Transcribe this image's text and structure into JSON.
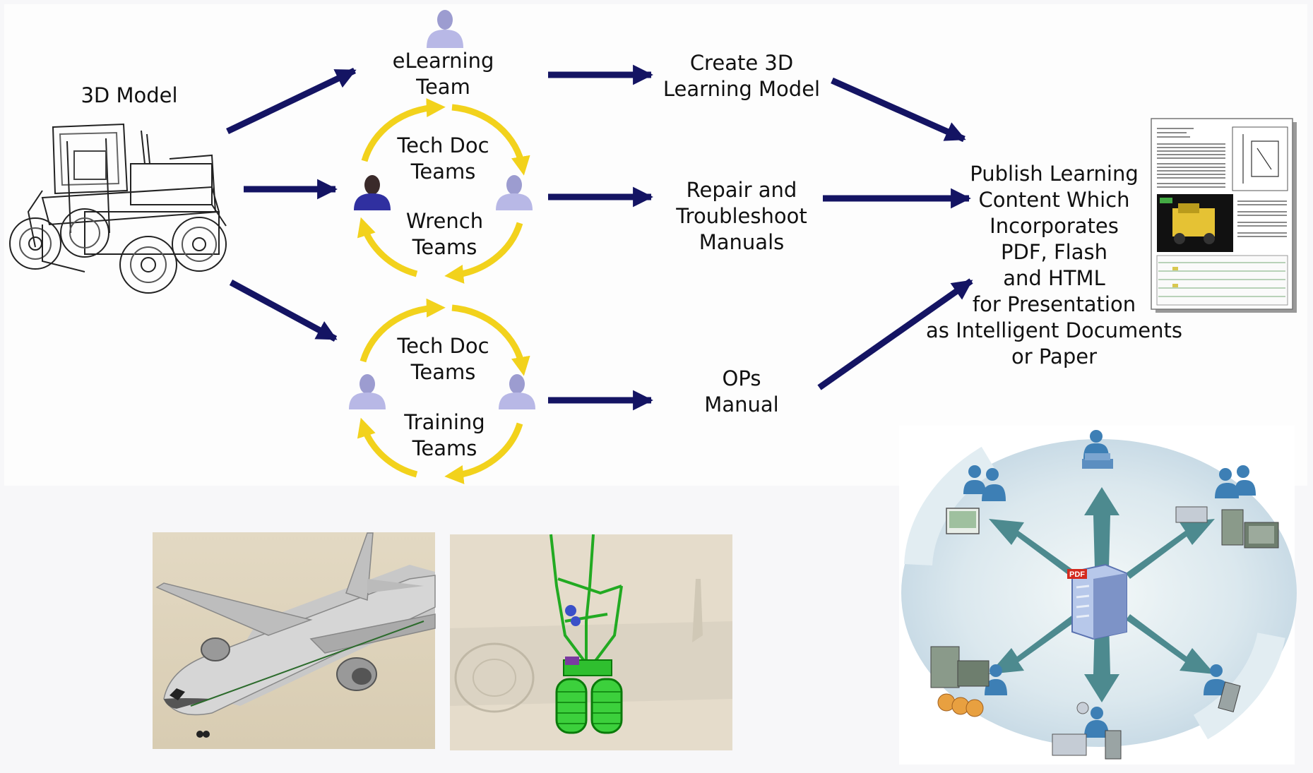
{
  "labels": {
    "model": "3D Model",
    "elearning": [
      "eLearning",
      "Team"
    ],
    "techdoc_top": [
      "Tech Doc",
      "Teams"
    ],
    "wrench": [
      "Wrench",
      "Teams"
    ],
    "techdoc_bottom": [
      "Tech Doc",
      "Teams"
    ],
    "training": [
      "Training",
      "Teams"
    ],
    "create3d": [
      "Create 3D",
      "Learning Model"
    ],
    "repair": [
      "Repair and",
      "Troubleshoot",
      "Manuals"
    ],
    "ops": [
      "OPs",
      "Manual"
    ],
    "publish": [
      "Publish Learning",
      "Content Which",
      "Incorporates",
      "PDF,  Flash",
      "and HTML",
      "for Presentation",
      "as Intelligent Documents",
      "or Paper"
    ]
  },
  "pdf_badge": "PDF",
  "colors": {
    "arrow": "#141463",
    "cycle": "#f2d21c",
    "hub": "#3f7e86",
    "person": "#b8b8e6"
  },
  "icons": [
    "person-icon",
    "forklift-model-image",
    "document-preview-image",
    "airplane-image",
    "landing-gear-image",
    "pdf-distribution-image"
  ]
}
